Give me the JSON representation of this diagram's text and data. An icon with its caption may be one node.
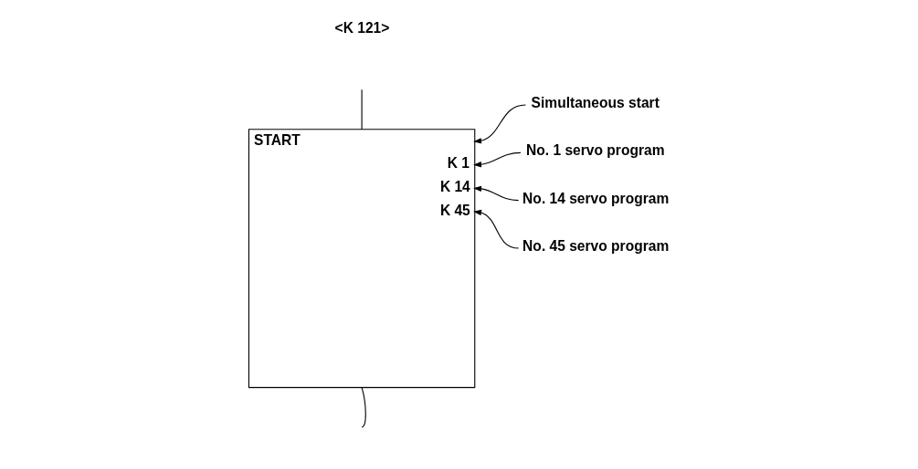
{
  "diagram": {
    "nodes": [
      {
        "text": [
          "START",
          "K 1",
          "K 14",
          "K 45"
        ]
      },
      {
        "text": [
          "Simultaneous start"
        ]
      },
      {
        "text": [
          "No. 1 servo program"
        ]
      },
      {
        "text": [
          "No. 14 servo program"
        ]
      },
      {
        "text": [
          "No. 45 servo program"
        ]
      }
    ],
    "edges": [
      {
        "from": 1,
        "to": 0,
        "arrow": "to"
      },
      {
        "from": 2,
        "to": 0,
        "arrow": "to"
      },
      {
        "from": 3,
        "to": 0,
        "arrow": "to"
      },
      {
        "from": 4,
        "to": 0,
        "arrow": "to"
      },
      {
        "from": null,
        "to": 0,
        "arrow": "none"
      },
      {
        "from": 0,
        "to": null,
        "arrow": "none"
      }
    ],
    "labels": [
      "<K 121>"
    ]
  }
}
